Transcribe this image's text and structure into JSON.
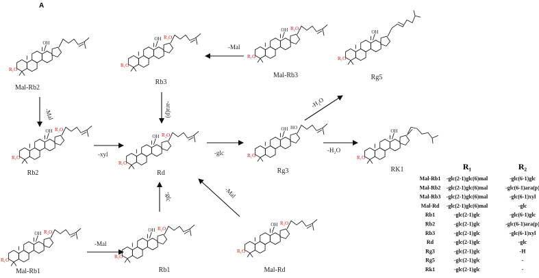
{
  "panel_label": "A",
  "compounds": [
    {
      "id": "mal-rb2",
      "name": "Mal-Rb2",
      "r1": "R₁O",
      "r2": null,
      "tail": "chain"
    },
    {
      "id": "rb3",
      "name": "Rb3",
      "r1": "R₁O",
      "r2": "R₂O",
      "tail": "chain"
    },
    {
      "id": "mal-rb3",
      "name": "Mal-Rb3",
      "r1": "R₁O",
      "r2": "R₂O",
      "tail": "chain"
    },
    {
      "id": "rg5",
      "name": "Rg5",
      "r1": "R₁O",
      "r2": null,
      "tail": "diene"
    },
    {
      "id": "rb2",
      "name": "Rb2",
      "r1": "R₁O",
      "r2": "R₂O",
      "tail": "chain"
    },
    {
      "id": "rd",
      "name": "Rd",
      "r1": "R₁O",
      "r2": "R₂O",
      "tail": "chain"
    },
    {
      "id": "rg3",
      "name": "Rg3",
      "r1": "R₁O",
      "r2": "HO",
      "tail": "chain"
    },
    {
      "id": "rk1",
      "name": "RK1",
      "r1": "R₁O",
      "r2": null,
      "tail": "ene"
    },
    {
      "id": "mal-rb1",
      "name": "Mal-Rb1",
      "r1": "R₁O",
      "r2": "R₂O",
      "tail": "chain"
    },
    {
      "id": "rb1",
      "name": "Rb1",
      "r1": "R₁O",
      "r2": "R₂O",
      "tail": "chain"
    },
    {
      "id": "mal-rd",
      "name": "Mal-Rd",
      "r1": "R₁O",
      "r2": "R₂O",
      "tail": "chain"
    }
  ],
  "common_labels": {
    "oh": "OH"
  },
  "reactions": [
    {
      "id": "mal-rb3-to-rb3",
      "label": "-Mal"
    },
    {
      "id": "mal-rb2-to-rb2",
      "label": "-Mal"
    },
    {
      "id": "rb3-to-rd",
      "label": "-ara(p)"
    },
    {
      "id": "rb2-to-rd",
      "label": "-xyl"
    },
    {
      "id": "rd-to-rg3",
      "label": "-glc"
    },
    {
      "id": "rg3-to-rg5",
      "label": "-H₂O"
    },
    {
      "id": "rg3-to-rk1",
      "label": "-H₂O"
    },
    {
      "id": "rb1-to-rd",
      "label": "-glc"
    },
    {
      "id": "mal-rd-to-rd",
      "label": "-Mal"
    },
    {
      "id": "mal-rb1-to-rb1",
      "label": "-Mal"
    }
  ],
  "table": {
    "headers": [
      "",
      "R₁",
      "R₂"
    ],
    "rows": [
      [
        "Mal-Rb1",
        "-glc(2-1)glc(6)mal",
        "-glc(6-1)glc"
      ],
      [
        "Mal-Rb2",
        "-glc(2-1)glc(6)mal",
        "-glc(6-1)ara(p)"
      ],
      [
        "Mal-Rb3",
        "-glc(2-1)glc(6)mal",
        "-glc(6-1)xyl"
      ],
      [
        "Mal-Rd",
        "-glc(2-1)glc(6)mal",
        "-glc"
      ],
      [
        "Rb1",
        "-glc(2-1)glc",
        "-glc(6-1)glc"
      ],
      [
        "Rb2",
        "-glc(2-1)glc",
        "-glc(6-1)ara(p)"
      ],
      [
        "Rb3",
        "-glc(2-1)glc",
        "-glc(6-1)xyl"
      ],
      [
        "Rd",
        "-glc(2-1)glc",
        "-glc"
      ],
      [
        "Rg3",
        "-glc(2-1)glc",
        "-H"
      ],
      [
        "Rg5",
        "-glc(2-1)glc",
        "-"
      ],
      [
        "Rk1",
        "-glc(2-1)glc",
        "-"
      ]
    ]
  }
}
